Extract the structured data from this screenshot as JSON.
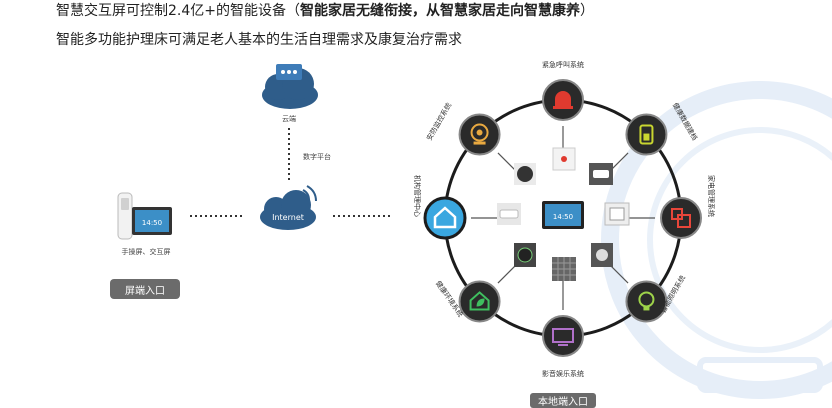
{
  "headline": {
    "prefix": "智慧交互屏可控制2.4亿+的智能设备（",
    "bold": "智能家居无缝衔接，从智慧家居走向智慧康养",
    "suffix": "）"
  },
  "subline": "智能多功能护理床可满足老人基本的生活自理需求及康复治疗需求",
  "left_panel": {
    "cloud_label": "云端",
    "platform_label": "数字平台",
    "internet_label": "Internet",
    "device_label": "手操屏、交互屏",
    "screen_entry_label": "屏端入口",
    "screen_text": "14:50"
  },
  "right_panel": {
    "center_screen_text": "14:50",
    "local_entry_label": "本地端入口",
    "systems": [
      {
        "id": "emergency",
        "label": "紧急呼叫系统",
        "icon": "alarm-icon",
        "color": "#e03a2f"
      },
      {
        "id": "health",
        "label": "健康数据建档",
        "icon": "battery-icon",
        "color": "#c9d630"
      },
      {
        "id": "appliance",
        "label": "家电管理系统",
        "icon": "appliance-icon",
        "color": "#e8463a"
      },
      {
        "id": "lighting",
        "label": "智能照明系统",
        "icon": "bulb-icon",
        "color": "#9ed34a"
      },
      {
        "id": "entertainment",
        "label": "影音娱乐系统",
        "icon": "tv-icon",
        "color": "#b070c9"
      },
      {
        "id": "environment",
        "label": "健康环境系统",
        "icon": "leaf-house-icon",
        "color": "#3fbf5f"
      },
      {
        "id": "institution",
        "label": "机构管理中心",
        "icon": "house-icon",
        "color": "#3aa7e0"
      },
      {
        "id": "security",
        "label": "安防监控系统",
        "icon": "camera-icon",
        "color": "#e9a940"
      }
    ]
  },
  "colors": {
    "ring": "#1c1c1c",
    "line": "#555555",
    "dots": "#333333",
    "pill": "#6b6b6b",
    "watermark": "#e6eef8"
  }
}
